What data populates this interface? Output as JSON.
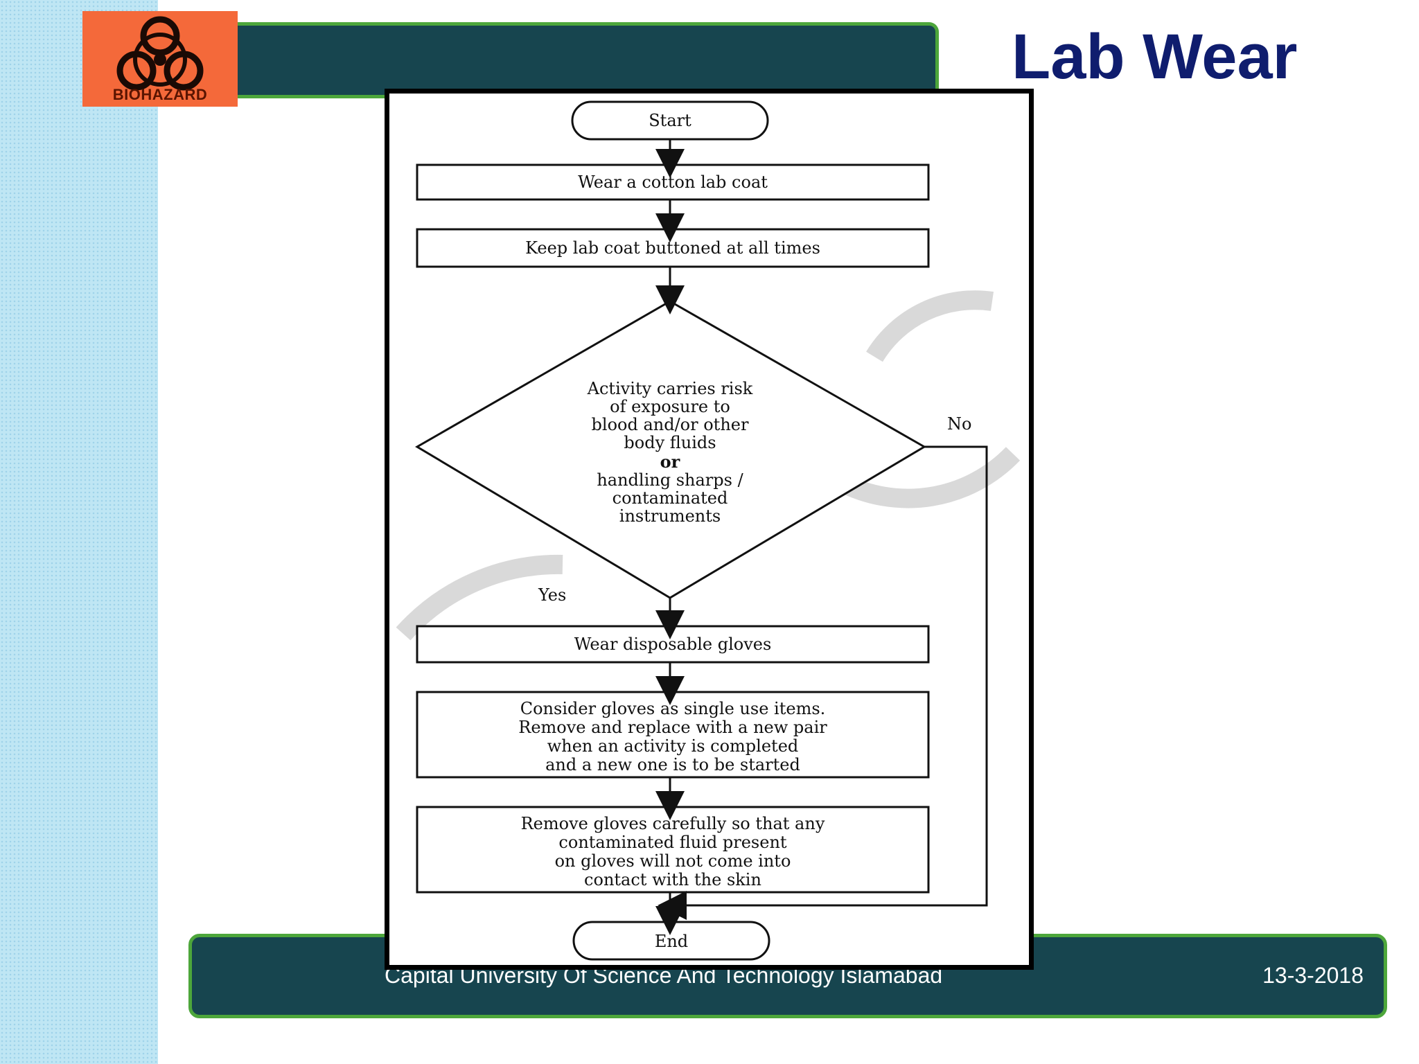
{
  "slide": {
    "title": "Lab Wear",
    "logo_label": "BIOHAZARD",
    "footer": "Capital University Of Science And Technology Islamabad",
    "date": "13-3-2018"
  },
  "flowchart": {
    "start": "Start",
    "step1": "Wear a cotton lab coat",
    "step2": "Keep lab coat buttoned at all times",
    "decision": [
      "Activity carries risk",
      "of exposure to",
      "blood and/or other",
      "body fluids",
      "or",
      "handling sharps /",
      "contaminated",
      "instruments"
    ],
    "no_label": "No",
    "yes_label": "Yes",
    "step3": "Wear disposable gloves",
    "step4": [
      "Consider gloves as single use items.",
      "Remove and replace with a new pair",
      "when an activity is completed",
      "and a new one is to be started"
    ],
    "step5": [
      "Remove gloves carefully so that any",
      "contaminated fluid present",
      "on gloves will not come into",
      "contact with the skin"
    ],
    "end": "End"
  }
}
